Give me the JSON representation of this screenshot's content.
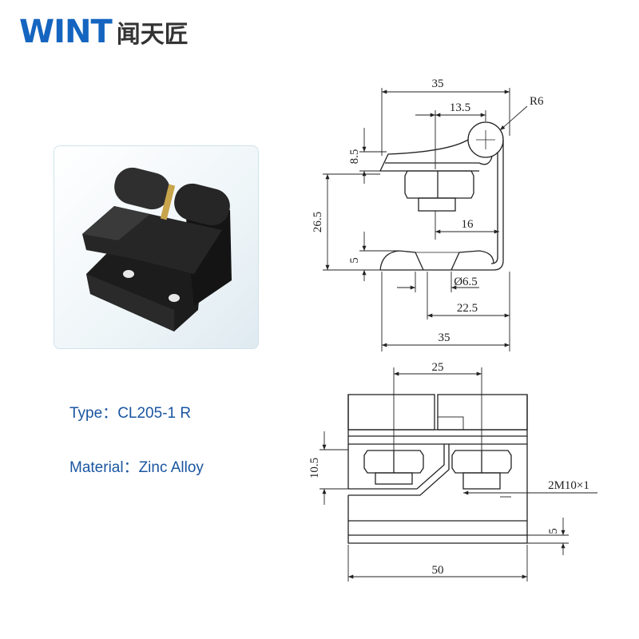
{
  "brand": {
    "latin": "WINT",
    "cjk": "闻天匠",
    "color": "#1565c0",
    "cjk_color": "#333333"
  },
  "product_photo": {
    "subject": "black hinge",
    "colors": {
      "body": "#1c1c1c",
      "highlight": "#3a3a3a",
      "pin_ring": "#c8a44a"
    }
  },
  "specs": {
    "type_label": "Type：",
    "type_value": "CL205-1 R",
    "material_label": "Material：",
    "material_value": "Zinc Alloy",
    "color": "#1a56a0"
  },
  "dimensions": {
    "side_view": {
      "top_width": "35",
      "hole_offset": "13.5",
      "radius": "R6",
      "top_thickness": "8.5",
      "height": "26.5",
      "nut_width": "16",
      "bottom_thickness": "5",
      "hole_diameter": "Ø6.5",
      "hole_to_edge": "22.5",
      "bottom_width": "35"
    },
    "front_view": {
      "bolt_spacing": "25",
      "height": "10.5",
      "thread": "2M10×1",
      "base_thickness": "5",
      "width": "50"
    }
  }
}
